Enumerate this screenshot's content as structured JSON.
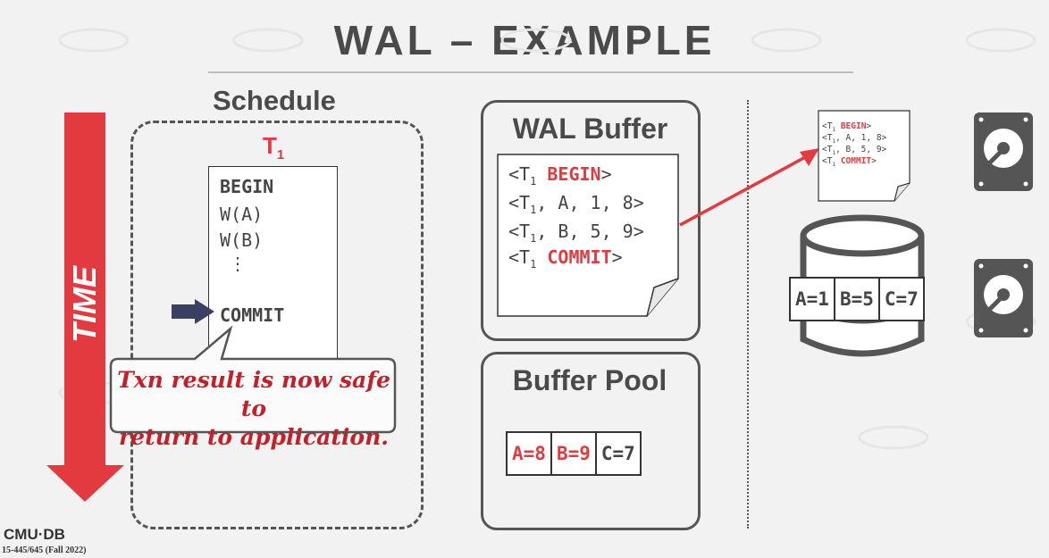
{
  "slide": {
    "title": "WAL – EXAMPLE",
    "time_label": "TIME"
  },
  "schedule": {
    "label": "Schedule",
    "txn_name": "T",
    "txn_subscript": "1",
    "ops": [
      "BEGIN",
      "W(A)",
      "W(B)",
      "⋮",
      "COMMIT"
    ],
    "callout": [
      "Txn result is now safe to",
      "return to application."
    ]
  },
  "wal_buffer": {
    "title": "WAL Buffer",
    "records": [
      {
        "open": "<T",
        "sub": "1",
        "rest": " ",
        "keyword": "BEGIN",
        "close": ">"
      },
      {
        "open": "<T",
        "sub": "1",
        "rest": ", A, 1, 8>",
        "keyword": "",
        "close": ""
      },
      {
        "open": "<T",
        "sub": "1",
        "rest": ", B, 5, 9>",
        "keyword": "",
        "close": ""
      },
      {
        "open": "<T",
        "sub": "1",
        "rest": " ",
        "keyword": "COMMIT",
        "close": ">"
      }
    ]
  },
  "buffer_pool": {
    "title": "Buffer Pool",
    "cells": [
      {
        "text": "A=8",
        "dirty": true
      },
      {
        "text": "B=9",
        "dirty": true
      },
      {
        "text": "C=7",
        "dirty": false
      }
    ]
  },
  "disk": {
    "log_records": [
      {
        "open": "<T",
        "sub": "1",
        "rest": " ",
        "keyword": "BEGIN",
        "close": ">"
      },
      {
        "open": "<T",
        "sub": "1",
        "rest": ", A, 1, 8>",
        "keyword": "",
        "close": ""
      },
      {
        "open": "<T",
        "sub": "1",
        "rest": ", B, 5, 9>",
        "keyword": "",
        "close": ""
      },
      {
        "open": "<T",
        "sub": "1",
        "rest": " ",
        "keyword": "COMMIT",
        "close": ">"
      }
    ],
    "cells": [
      "A=1",
      "B=5",
      "C=7"
    ]
  },
  "footer": {
    "logo": "CMU·DB",
    "course": "15-445/645 (Fall 2022)"
  },
  "colors": {
    "accent_red": "#e23a3f",
    "arrow_navy": "#3b3f63",
    "outline_gray": "#555555"
  }
}
